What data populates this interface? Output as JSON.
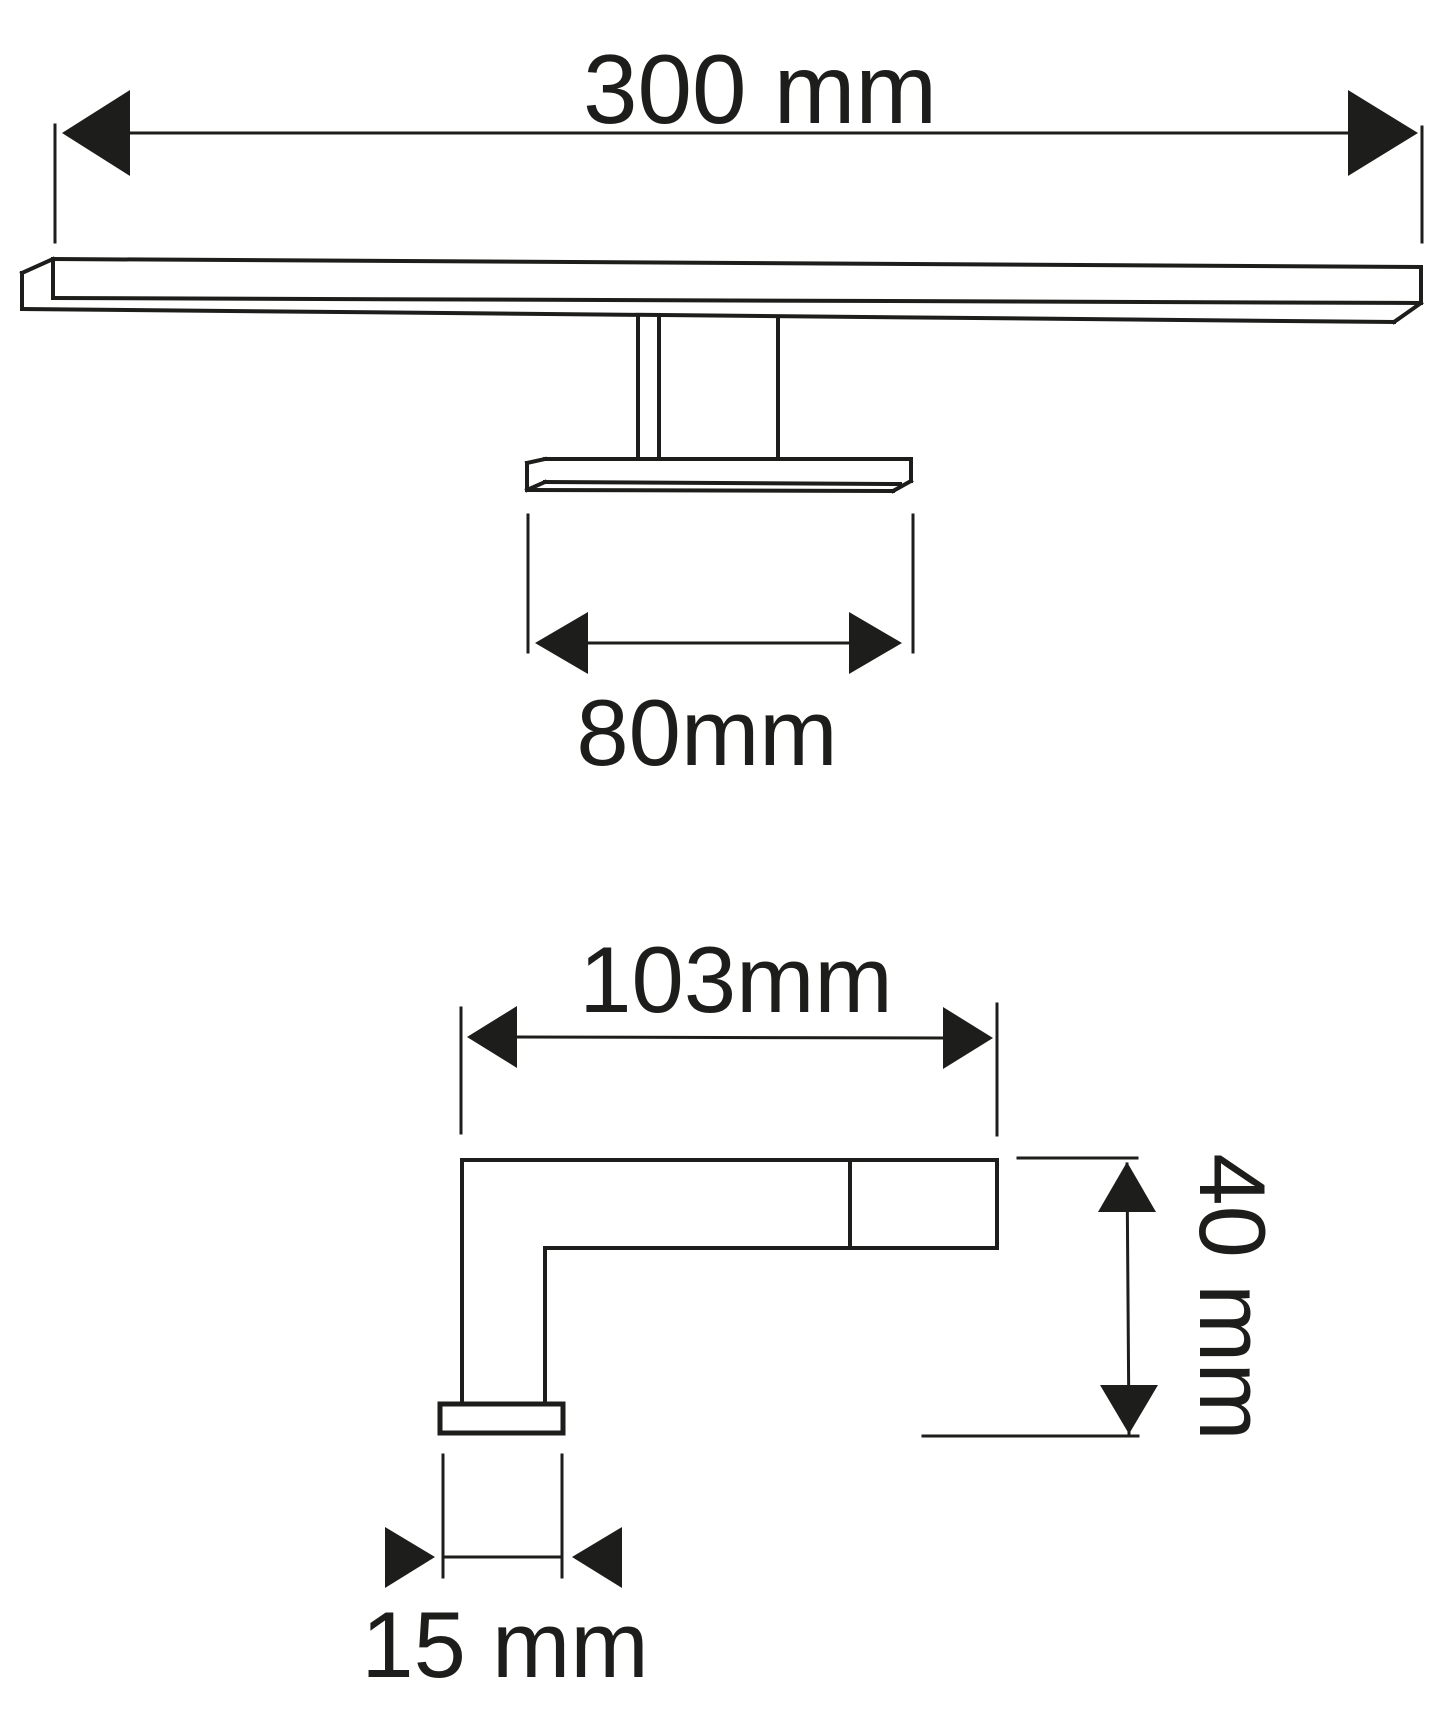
{
  "diagram": {
    "unit": "mm",
    "colors": {
      "line": "#1d1d1b",
      "background": "#ffffff"
    },
    "front_view": {
      "dim_bar_width": {
        "label": "300 mm",
        "value": 300,
        "unit": "mm"
      },
      "dim_plate_width": {
        "label": "80mm",
        "value": 80,
        "unit": "mm"
      }
    },
    "side_view": {
      "dim_arm_depth": {
        "label": "103mm",
        "value": 103,
        "unit": "mm"
      },
      "dim_height": {
        "label": "40 mm",
        "value": 40,
        "unit": "mm"
      },
      "dim_base_width": {
        "label": "15 mm",
        "value": 15,
        "unit": "mm"
      }
    }
  }
}
